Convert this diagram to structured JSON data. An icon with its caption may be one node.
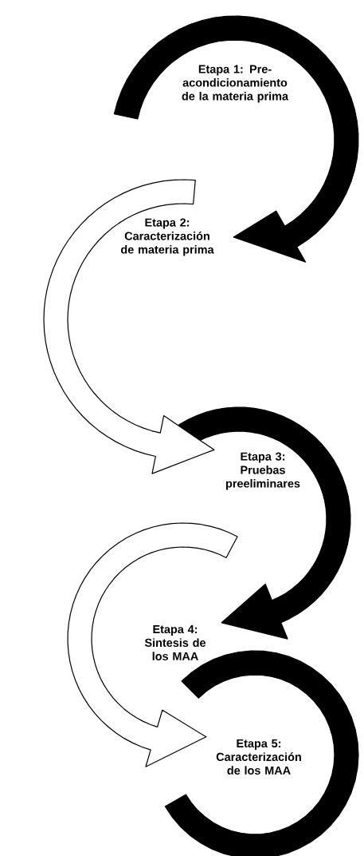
{
  "diagram": {
    "nodes": [
      {
        "text": [
          "Etapa 1: Pre-acondicionamiento de la materia prima"
        ]
      },
      {
        "text": [
          "Etapa 2: Caracterización de materia prima"
        ]
      },
      {
        "text": [
          "Etapa 3: Pruebas preeliminares"
        ]
      },
      {
        "text": [
          "Etapa 4: Sintesis de los MAA"
        ]
      },
      {
        "text": [
          "Etapa 5: Caracterización de los MAA"
        ]
      }
    ],
    "edges": [
      {
        "from": 0,
        "to": 1,
        "arrow": "to",
        "color": "#000000"
      },
      {
        "from": 1,
        "to": 2,
        "arrow": "to",
        "color": "#ffffff"
      },
      {
        "from": 2,
        "to": 3,
        "arrow": "to",
        "color": "#000000"
      },
      {
        "from": 3,
        "to": 4,
        "arrow": "to",
        "color": "#ffffff"
      }
    ]
  }
}
